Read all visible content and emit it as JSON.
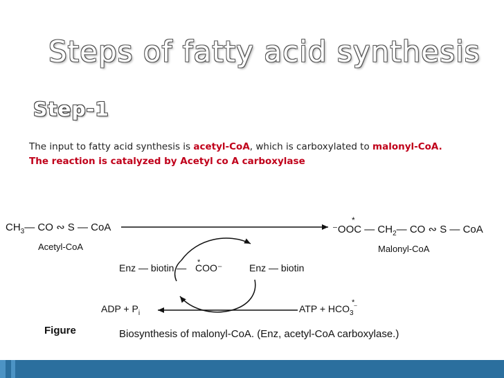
{
  "slide": {
    "title": "Steps of fatty acid synthesis",
    "step_heading": "Step-1",
    "paragraph": {
      "part1": "The input to fatty acid synthesis is ",
      "term1": "acetyl-CoA",
      "part2": ", which is carboxylated to ",
      "term2": "malonyl-CoA. The reaction is catalyzed by Acetyl co A carboxylase"
    }
  },
  "figure": {
    "left_formula_main": "CH",
    "left_sub3": "3",
    "left_formula_rest": "— CO ∾ S — CoA",
    "acetyl_label": "Acetyl-CoA",
    "right_formula_a": "⁻OOC — CH",
    "right_sub2": "2",
    "right_formula_b": "— CO ∾ S — CoA",
    "star": "*",
    "malonyl_label": "Malonyl-CoA",
    "enz_biotin_coo": "Enz — biotin —",
    "coo": "COO⁻",
    "enz_biotin": "Enz — biotin",
    "adp": "ADP + P",
    "adp_sub": "i",
    "atp": "ATP + HCO",
    "atp_sub": "3",
    "atp_sup": "⁻",
    "figure_word": "Figure",
    "caption": "Biosynthesis of malonyl-CoA. (Enz, acetyl-CoA carboxylase.)"
  },
  "colors": {
    "title_fill": "#ffffff",
    "accent_red": "#c0001a",
    "bar_blue": "#2b6f9e"
  }
}
